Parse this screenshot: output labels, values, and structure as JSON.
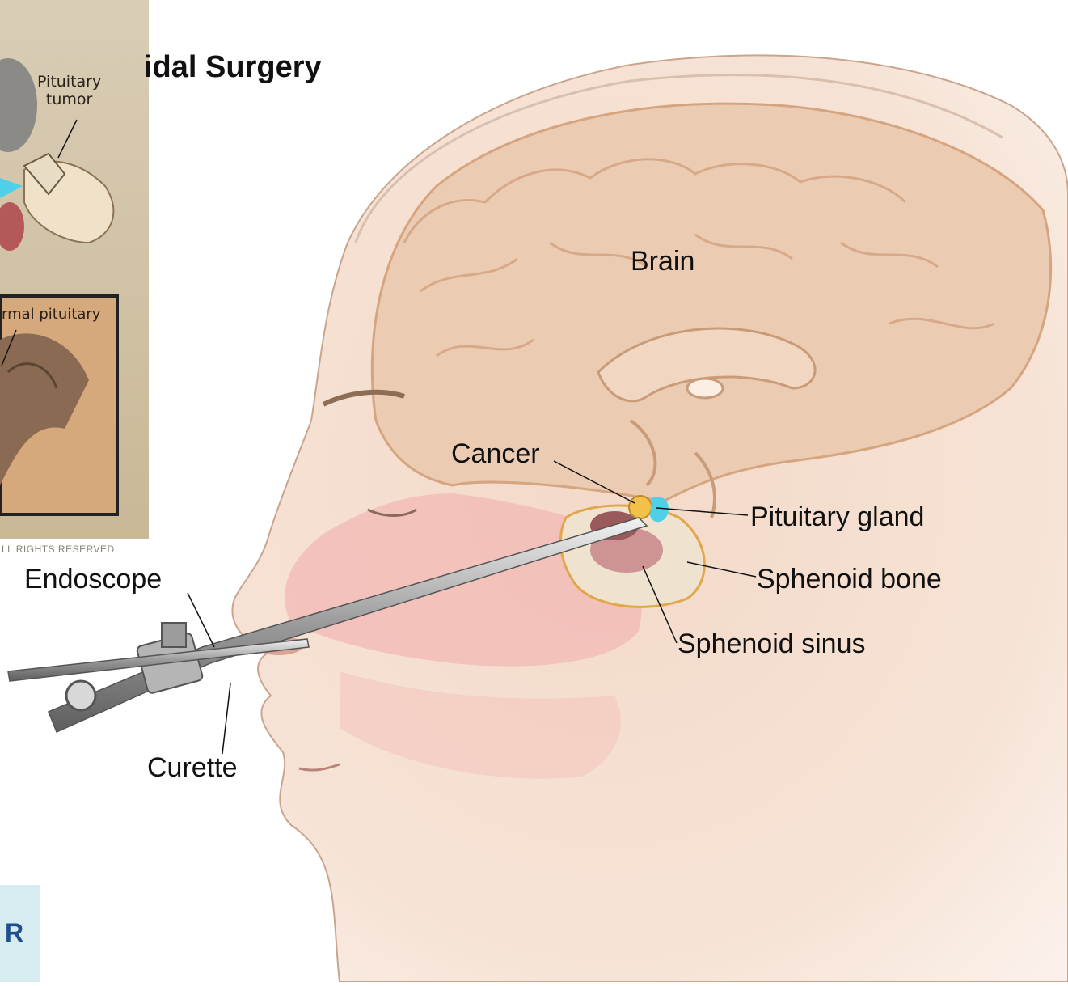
{
  "title": "idal Surgery",
  "inset": {
    "tumor_label": "Pituitary\ntumor",
    "normal_label": "rmal pituitary",
    "copyright": "LL RIGHTS RESERVED."
  },
  "labels": {
    "brain": "Brain",
    "cancer": "Cancer",
    "pituitary_gland": "Pituitary gland",
    "sphenoid_bone": "Sphenoid bone",
    "sphenoid_sinus": "Sphenoid sinus",
    "endoscope": "Endoscope",
    "curette": "Curette"
  },
  "badge": {
    "text": "R"
  },
  "colors": {
    "skin": "#f3d6c4",
    "brain": "#ecc9b0",
    "nasal": "#f0b2b0",
    "pituitary_blue": "#4fd0e8",
    "badge_bg": "#d6ecf0",
    "badge_text": "#1f4e8c"
  }
}
